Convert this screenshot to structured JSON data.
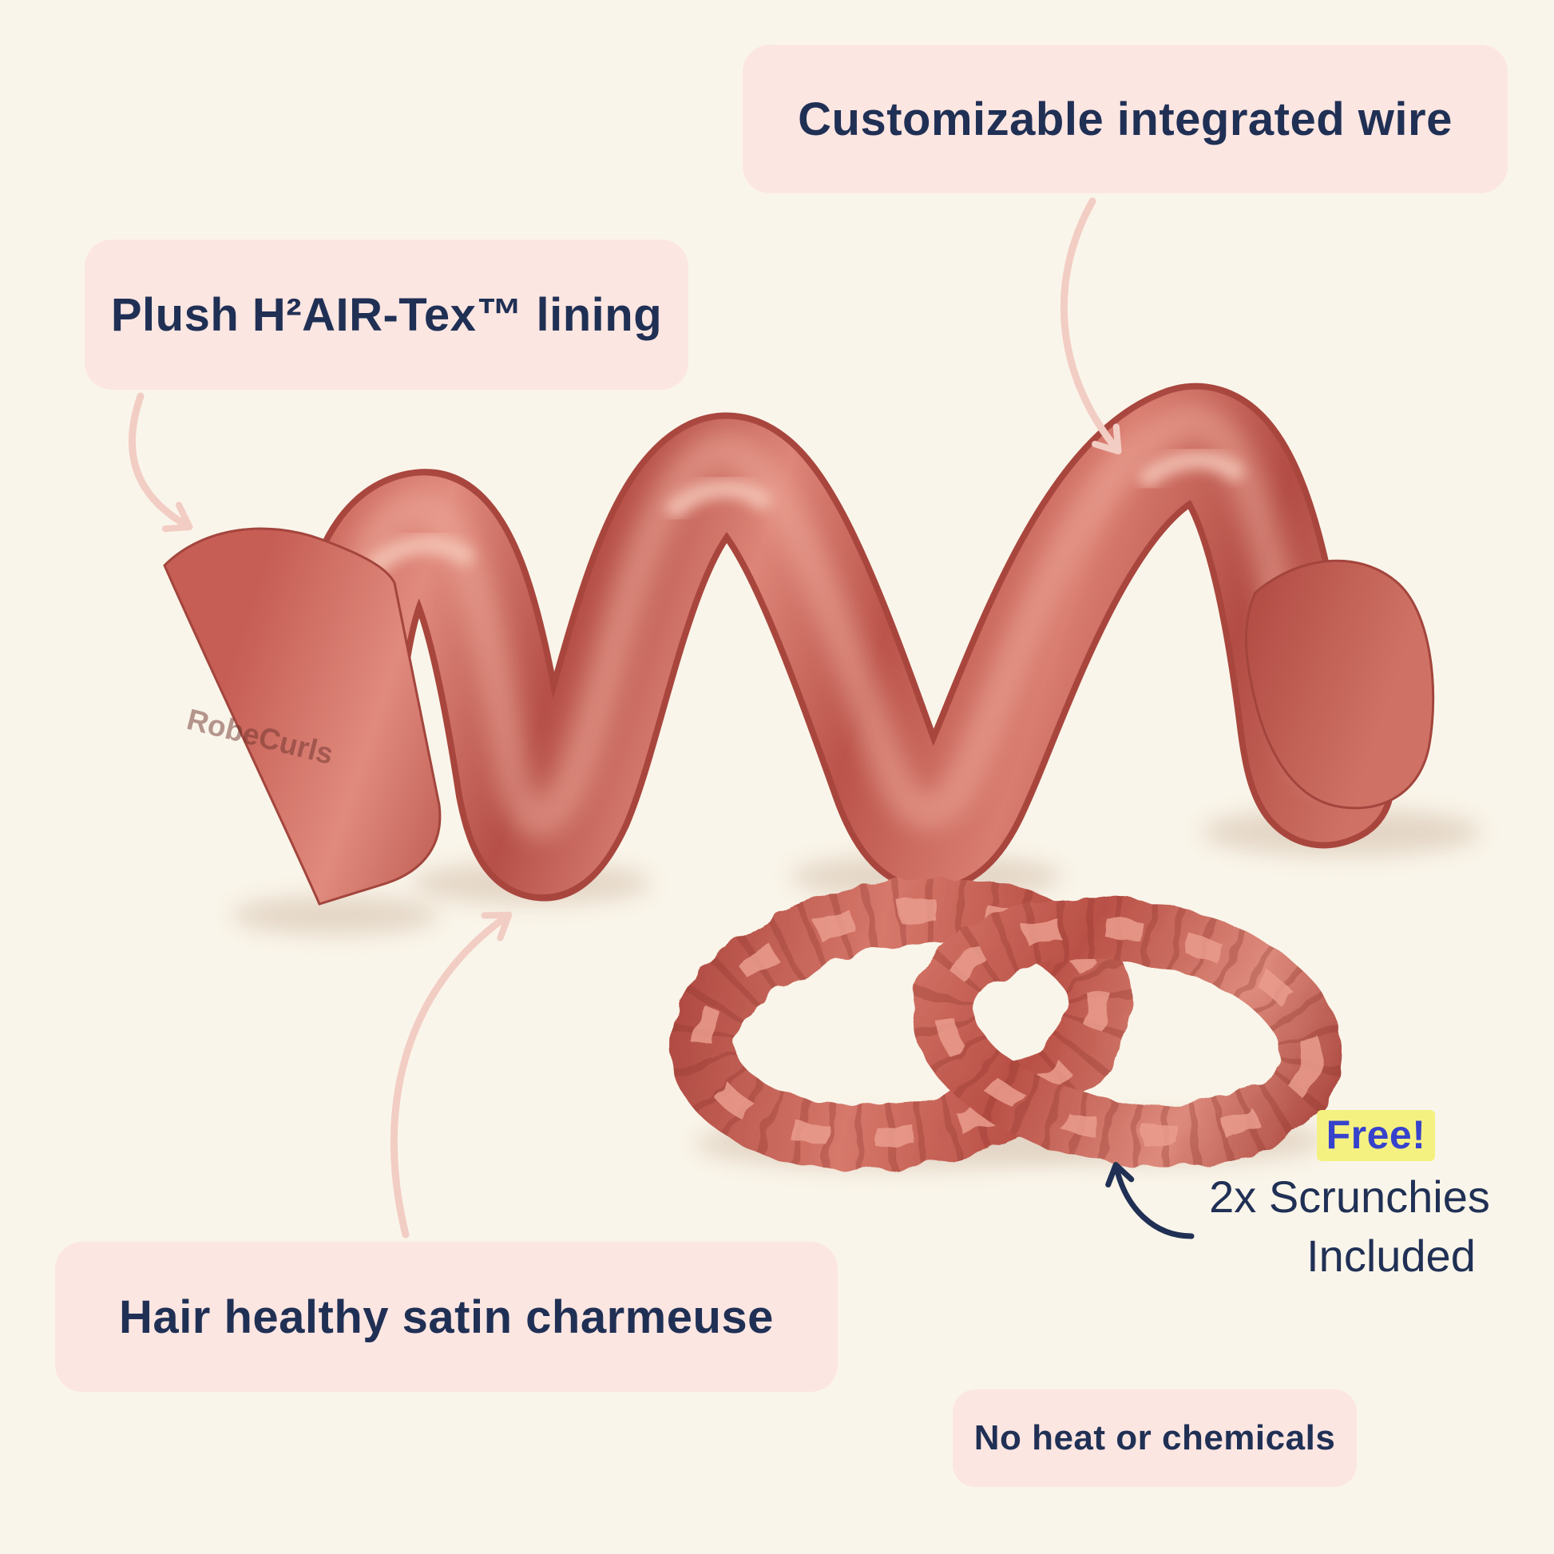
{
  "canvas": {
    "background": "#faf5ea",
    "callout_background": "#fce6e2",
    "text_color": "#203055",
    "product_color": "#c75f56",
    "arrow_color": "#f2cdc4",
    "free_text_color": "#3642cc",
    "free_highlight_color": "#f5f181"
  },
  "callouts": {
    "wire": "Customizable integrated wire",
    "lining": "Plush H²AIR-Tex™ lining",
    "satin": "Hair healthy satin charmeuse",
    "no_heat": "No heat or chemicals"
  },
  "scrunchies_note": {
    "free": "Free!",
    "line1": "2x Scrunchies",
    "line2": "Included"
  },
  "product": {
    "brand": "RobeCurls"
  }
}
